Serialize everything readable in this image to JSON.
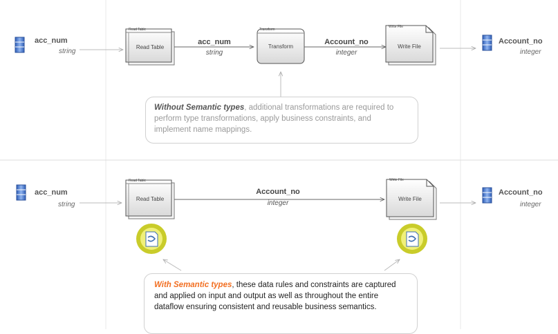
{
  "top": {
    "source": {
      "name": "acc_num",
      "type": "string"
    },
    "read_node": {
      "tab": "Read Table",
      "label": "Read Table"
    },
    "edge1": {
      "name": "acc_num",
      "type": "string"
    },
    "transform_node": {
      "tab": "Transform",
      "label": "Transform"
    },
    "edge2": {
      "name": "Account_no",
      "type": "integer"
    },
    "write_node": {
      "tab": "Write File",
      "label": "Write File"
    },
    "target": {
      "name": "Account_no",
      "type": "integer"
    },
    "callout": {
      "emphasis": "Without Semantic types",
      "text": ", additional transformations are required to perform type transformations, apply business constraints, and implement name mappings."
    }
  },
  "bottom": {
    "source": {
      "name": "acc_num",
      "type": "string"
    },
    "read_node": {
      "tab": "Read Table",
      "label": "Read Table"
    },
    "edge": {
      "name": "Account_no",
      "type": "integer"
    },
    "write_node": {
      "tab": "Write File",
      "label": "Write File"
    },
    "target": {
      "name": "Account_no",
      "type": "integer"
    },
    "callout": {
      "emphasis": "With Semantic types",
      "text": ", these data rules and constraints are captured and applied on input and output as well as throughout the entire dataflow ensuring consistent and reusable business semantics."
    }
  },
  "colors": {
    "accent_orange": "#f26f22",
    "badge_ring": "#c9cc2a",
    "badge_fill": "#f0f07a",
    "database_icon": "#4a78c9"
  },
  "icons": [
    "database-icon",
    "table-icon",
    "transform-icon",
    "file-icon",
    "semantic-document-icon",
    "arrow-icon"
  ]
}
